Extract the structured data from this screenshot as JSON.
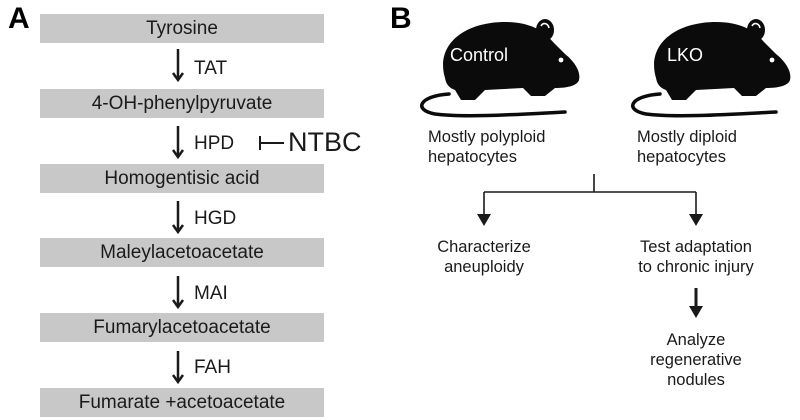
{
  "panel_a": {
    "letter": "A",
    "steps": [
      "Tyrosine",
      "4-OH-phenylpyruvate",
      "Homogentisic acid",
      "Maleylacetoacetate",
      "Fumarylacetoacetate",
      "Fumarate +acetoacetate"
    ],
    "enzymes": [
      "TAT",
      "HPD",
      "HGD",
      "MAI",
      "FAH"
    ],
    "inhibitor": "NTBC"
  },
  "panel_b": {
    "letter": "B",
    "mice": [
      {
        "label": "Control",
        "caption_line1": "Mostly polyploid",
        "caption_line2": "hepatocytes"
      },
      {
        "label": "LKO",
        "caption_line1": "Mostly diploid",
        "caption_line2": "hepatocytes"
      }
    ],
    "left_outcome": {
      "line1": "Characterize",
      "line2": "aneuploidy"
    },
    "right_outcome": {
      "line1": "Test adaptation",
      "line2": "to chronic injury"
    },
    "final_outcome": {
      "line1": "Analyze",
      "line2": "regenerative",
      "line3": "nodules"
    }
  },
  "colors": {
    "box_fill": "#c8c8c8",
    "mouse_fill": "#0b0b0b",
    "text": "#1a1a1a"
  }
}
